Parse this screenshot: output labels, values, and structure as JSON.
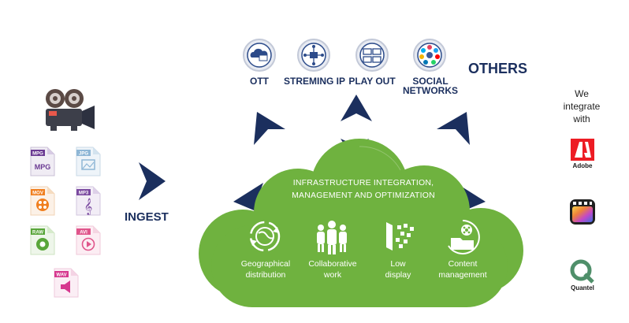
{
  "services": [
    {
      "label": "OTT",
      "icon": "cloud-screens-icon"
    },
    {
      "label": "STREMING IP",
      "icon": "network-hub-icon"
    },
    {
      "label": "PLAY OUT",
      "icon": "monitors-icon"
    },
    {
      "label_lines": [
        "SOCIAL",
        "NETWORKS"
      ],
      "icon": "social-network-icon"
    }
  ],
  "others_label": "OTHERS",
  "ingest_label": "INGEST",
  "integrate_lines": [
    "We",
    "integrate",
    "with"
  ],
  "partners": [
    {
      "name": "Adobe",
      "icon": "adobe-logo-icon"
    },
    {
      "name": "",
      "icon": "final-cut-logo-icon"
    },
    {
      "name": "Quantel",
      "icon": "quantel-logo-icon"
    }
  ],
  "infra_lines": [
    "INFRASTRUCTURE INTEGRATION,",
    "MANAGEMENT AND OPTIMIZATION"
  ],
  "features": [
    {
      "lines": [
        "Geographical",
        "distribution"
      ],
      "icon": "globe-arrows-icon"
    },
    {
      "lines": [
        "Collaborative",
        "work"
      ],
      "icon": "team-icon"
    },
    {
      "lines": [
        "Low",
        "display"
      ],
      "icon": "pixel-display-icon"
    },
    {
      "lines": [
        "Content",
        "management"
      ],
      "icon": "film-folder-icon"
    }
  ],
  "files": [
    {
      "ext": "MPG",
      "body": "MPG",
      "color": "#6b3a93"
    },
    {
      "ext": "JPG",
      "body": "",
      "color": "#8fb7d6"
    },
    {
      "ext": "MOV",
      "body": "",
      "color": "#f07f1f"
    },
    {
      "ext": "MP3",
      "body": "",
      "color": "#7b4aa0"
    },
    {
      "ext": "RAW",
      "body": "",
      "color": "#59a63a"
    },
    {
      "ext": "AVI",
      "body": "",
      "color": "#e0558b"
    },
    {
      "ext": "WAV",
      "body": "",
      "color": "#d6388f"
    }
  ],
  "colors": {
    "navy": "#1b2f5e",
    "cloud_green": "#6fb23f",
    "service_ring": "#2c4b8a"
  }
}
